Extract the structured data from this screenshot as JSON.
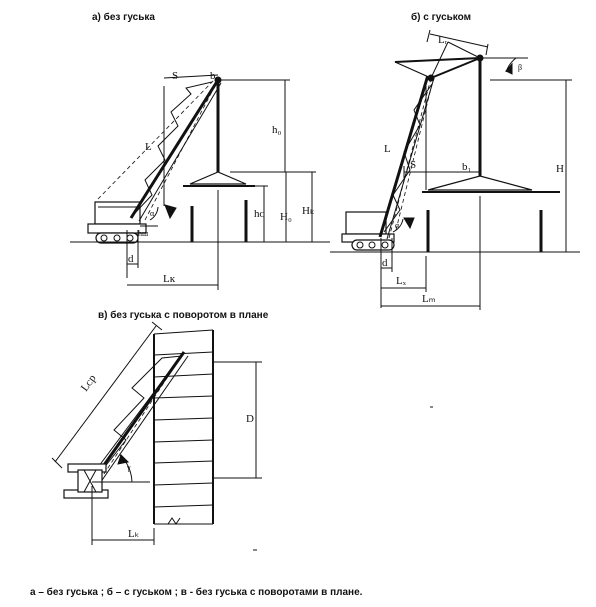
{
  "panels": {
    "a": {
      "title": "а) без гуська",
      "labels": {
        "S": "S",
        "L": "L",
        "b": "b",
        "h0": "h₀",
        "hc": "hᴄ",
        "H0": "H₀",
        "Hk": "Hₖ",
        "hw": "hш",
        "d": "d",
        "Lk": "Lк",
        "alpha": "α"
      }
    },
    "b": {
      "title": "б) с гуськом",
      "labels": {
        "Lr": "Lᵣ",
        "L": "L",
        "S": "S",
        "b1": "b₁",
        "H": "H",
        "d": "d",
        "Lx": "Lₓ",
        "Lm": "Lₘ",
        "alpha": "α",
        "beta": "β"
      }
    },
    "c": {
      "title": "в) без гуська с поворотом в плане",
      "labels": {
        "Lcp": "Lᴄp",
        "D": "D",
        "Lk": "Lₖ",
        "gamma": "γ"
      }
    }
  },
  "caption": "а – без гуська ; б – с гуськом ; в - без гуська с поворотами в плане."
}
